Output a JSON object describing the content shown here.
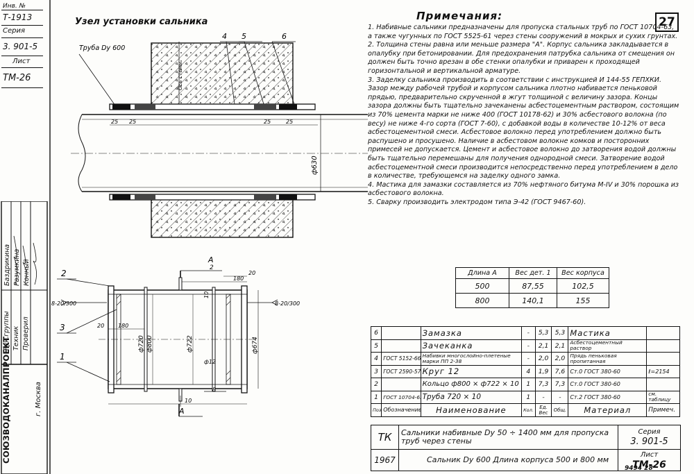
{
  "stamp": {
    "inv_label": "Инв. №",
    "inv_value": "Т-1913",
    "series_label": "Серия",
    "series_value": "3. 901-5",
    "sheet_label": "Лист",
    "sheet_value": "ТМ-26"
  },
  "side_signatures": {
    "roles": [
      "Рук.группы",
      "Техник",
      "Проверил"
    ],
    "names": [
      "Баздрикина",
      "Разумкина",
      "Конный"
    ],
    "org": "СОЮЗВОДОКАНАЛПРОЕКТ",
    "city": "г. Москва"
  },
  "drawing": {
    "title": "Узел установки сальника",
    "top": {
      "pipe_label": "Труба Dу 600",
      "wall_axis": "Ось стены",
      "callouts": [
        "4",
        "5",
        "6"
      ],
      "dim_left": [
        "25",
        "25"
      ],
      "dim_right": [
        "25",
        "25"
      ],
      "diameter": "ф630"
    },
    "bottom": {
      "section_mark": "А",
      "half_note": "2",
      "callouts": [
        "2",
        "3",
        "1"
      ],
      "weld_left": "8-20/300",
      "weld_right": "8-20/300",
      "weld_bottom": "8",
      "dims": {
        "d180_top": "180",
        "d20_top": "20",
        "d10_top": "10",
        "d20_left": "20",
        "d180_left": "180",
        "d720": "ф720",
        "d800": "ф800",
        "d722": "ф722",
        "d674": "ф674",
        "d12": "ф12",
        "d10_bottom": "10"
      }
    }
  },
  "notes": {
    "title": "Примечания:",
    "sheet_number": "27",
    "items": [
      "1. Набивные сальники предназначены для пропуска стальных труб по ГОСТ 10704-63, а также чугунных по ГОСТ 5525-61 через стены сооружений в мокрых и сухих грунтах.",
      "2. Толщина стены равна или меньше размера \"А\". Корпус сальника закладывается в опалубку при бетонировании. Для предохранения патрубка сальника от смещения он должен быть точно врезан в обе стенки опалубки и приварен к проходящей горизонтальной и вертикальной арматуре.",
      "3. Заделку сальника производить в соответствии с инструкцией И 144-55 ГЕПХКИ. Зазор между рабочей трубой и корпусом сальника плотно набивается пеньковой прядью, предварительно скрученной в жгут толщиной с величину зазора. Концы зазора должны быть тщательно зачеканены асбестоцементным раствором, состоящим из 70% цемента марки не ниже 400 (ГОСТ 10178-62) и 30% асбестового волокна (по весу) не ниже 4-го сорта (ГОСТ 7-60), с добавкой воды в количестве 10-12% от веса асбестоцементной смеси. Асбестовое волокно перед употреблением должно быть распушено и просушено. Наличие в асбестовом волокне комков и посторонних примесей не допускается. Цемент и асбестовое волокно до затворения водой должны быть тщательно перемешаны для получения однородной смеси. Затворение водой асбестоцементной смеси производится непосредственно перед употреблением в дело в количестве, требующемся на заделку одного замка.",
      "4. Мастика для замазки составляется из 70% нефтяного битума М-IV и 30% порошка из асбестового волокна.",
      "5. Сварку производить электродом типа Э-42 (ГОСТ 9467-60)."
    ]
  },
  "weight_table": {
    "headers": [
      "Длина А",
      "Вес дет. 1",
      "Вес корпуса"
    ],
    "rows": [
      [
        "500",
        "87,55",
        "102,5"
      ],
      [
        "800",
        "140,1",
        "155"
      ]
    ]
  },
  "parts_table": {
    "header": [
      "Поз.",
      "Обозначение",
      "Наименование",
      "Кол.",
      "Ед.",
      "Общ.",
      "Материал",
      "Примеч."
    ],
    "weight_label": "Вес",
    "rows": [
      [
        "6",
        "",
        "Замазка",
        "-",
        "5,3",
        "5,3",
        "Мастика",
        ""
      ],
      [
        "5",
        "",
        "Зачеканка",
        "-",
        "2,1",
        "2,1",
        "Асбестоцементный раствор",
        ""
      ],
      [
        "4",
        "ГОСТ 5152-66",
        "Набивки многослойно-плетеные марки ПП 2-38",
        "-",
        "2,0",
        "2,0",
        "Прядь пеньковая пропитанная",
        ""
      ],
      [
        "3",
        "ГОСТ 2590-57",
        "Круг 12",
        "4",
        "1,9",
        "7,6",
        "Ст.0 ГОСТ 380-60",
        "ℓ=2154"
      ],
      [
        "2",
        "",
        "Кольцо ф800 × ф722 × 10",
        "1",
        "7,3",
        "7,3",
        "Ст.0 ГОСТ 380-60",
        ""
      ],
      [
        "1",
        "ГОСТ 10704-63",
        "Труба 720 × 10",
        "1",
        "-",
        "-",
        "Ст.2 ГОСТ 380-60",
        "см. таблицу"
      ]
    ]
  },
  "title_block": {
    "org_code": "ТК",
    "year": "1967",
    "series_label": "Серия",
    "series_value": "3. 901-5",
    "sheet_label": "Лист",
    "sheet_value": "ТМ-26",
    "description1": "Сальники набивные Dу 50 ÷ 1400 мм для пропуска труб через стены",
    "description2": "Сальник Dу 600 Длина корпуса 500 и 800 мм"
  },
  "footer_number": "9494   28"
}
